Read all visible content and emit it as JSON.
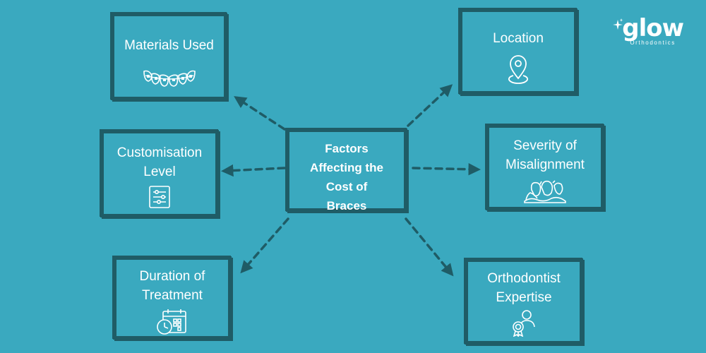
{
  "center": {
    "line1": "Factors",
    "line2": "Affecting the",
    "line3": "Cost of",
    "line4": "Braces"
  },
  "factors": {
    "materials": {
      "label": "Materials Used",
      "icon": "braces-teeth-icon"
    },
    "customisation": {
      "line1": "Customisation",
      "line2": "Level",
      "icon": "sliders-document-icon"
    },
    "duration": {
      "line1": "Duration of",
      "line2": "Treatment",
      "icon": "calendar-clock-icon"
    },
    "location": {
      "label": "Location",
      "icon": "location-pin-icon"
    },
    "severity": {
      "line1": "Severity of",
      "line2": "Misalignment",
      "icon": "misaligned-teeth-icon"
    },
    "expertise": {
      "line1": "Orthodontist",
      "line2": "Expertise",
      "icon": "certified-person-icon"
    }
  },
  "logo": {
    "word": "glow",
    "sub": "Orthodontics"
  },
  "colors": {
    "background": "#3aa9bf",
    "border": "#1f5c66",
    "text": "#ffffff"
  }
}
